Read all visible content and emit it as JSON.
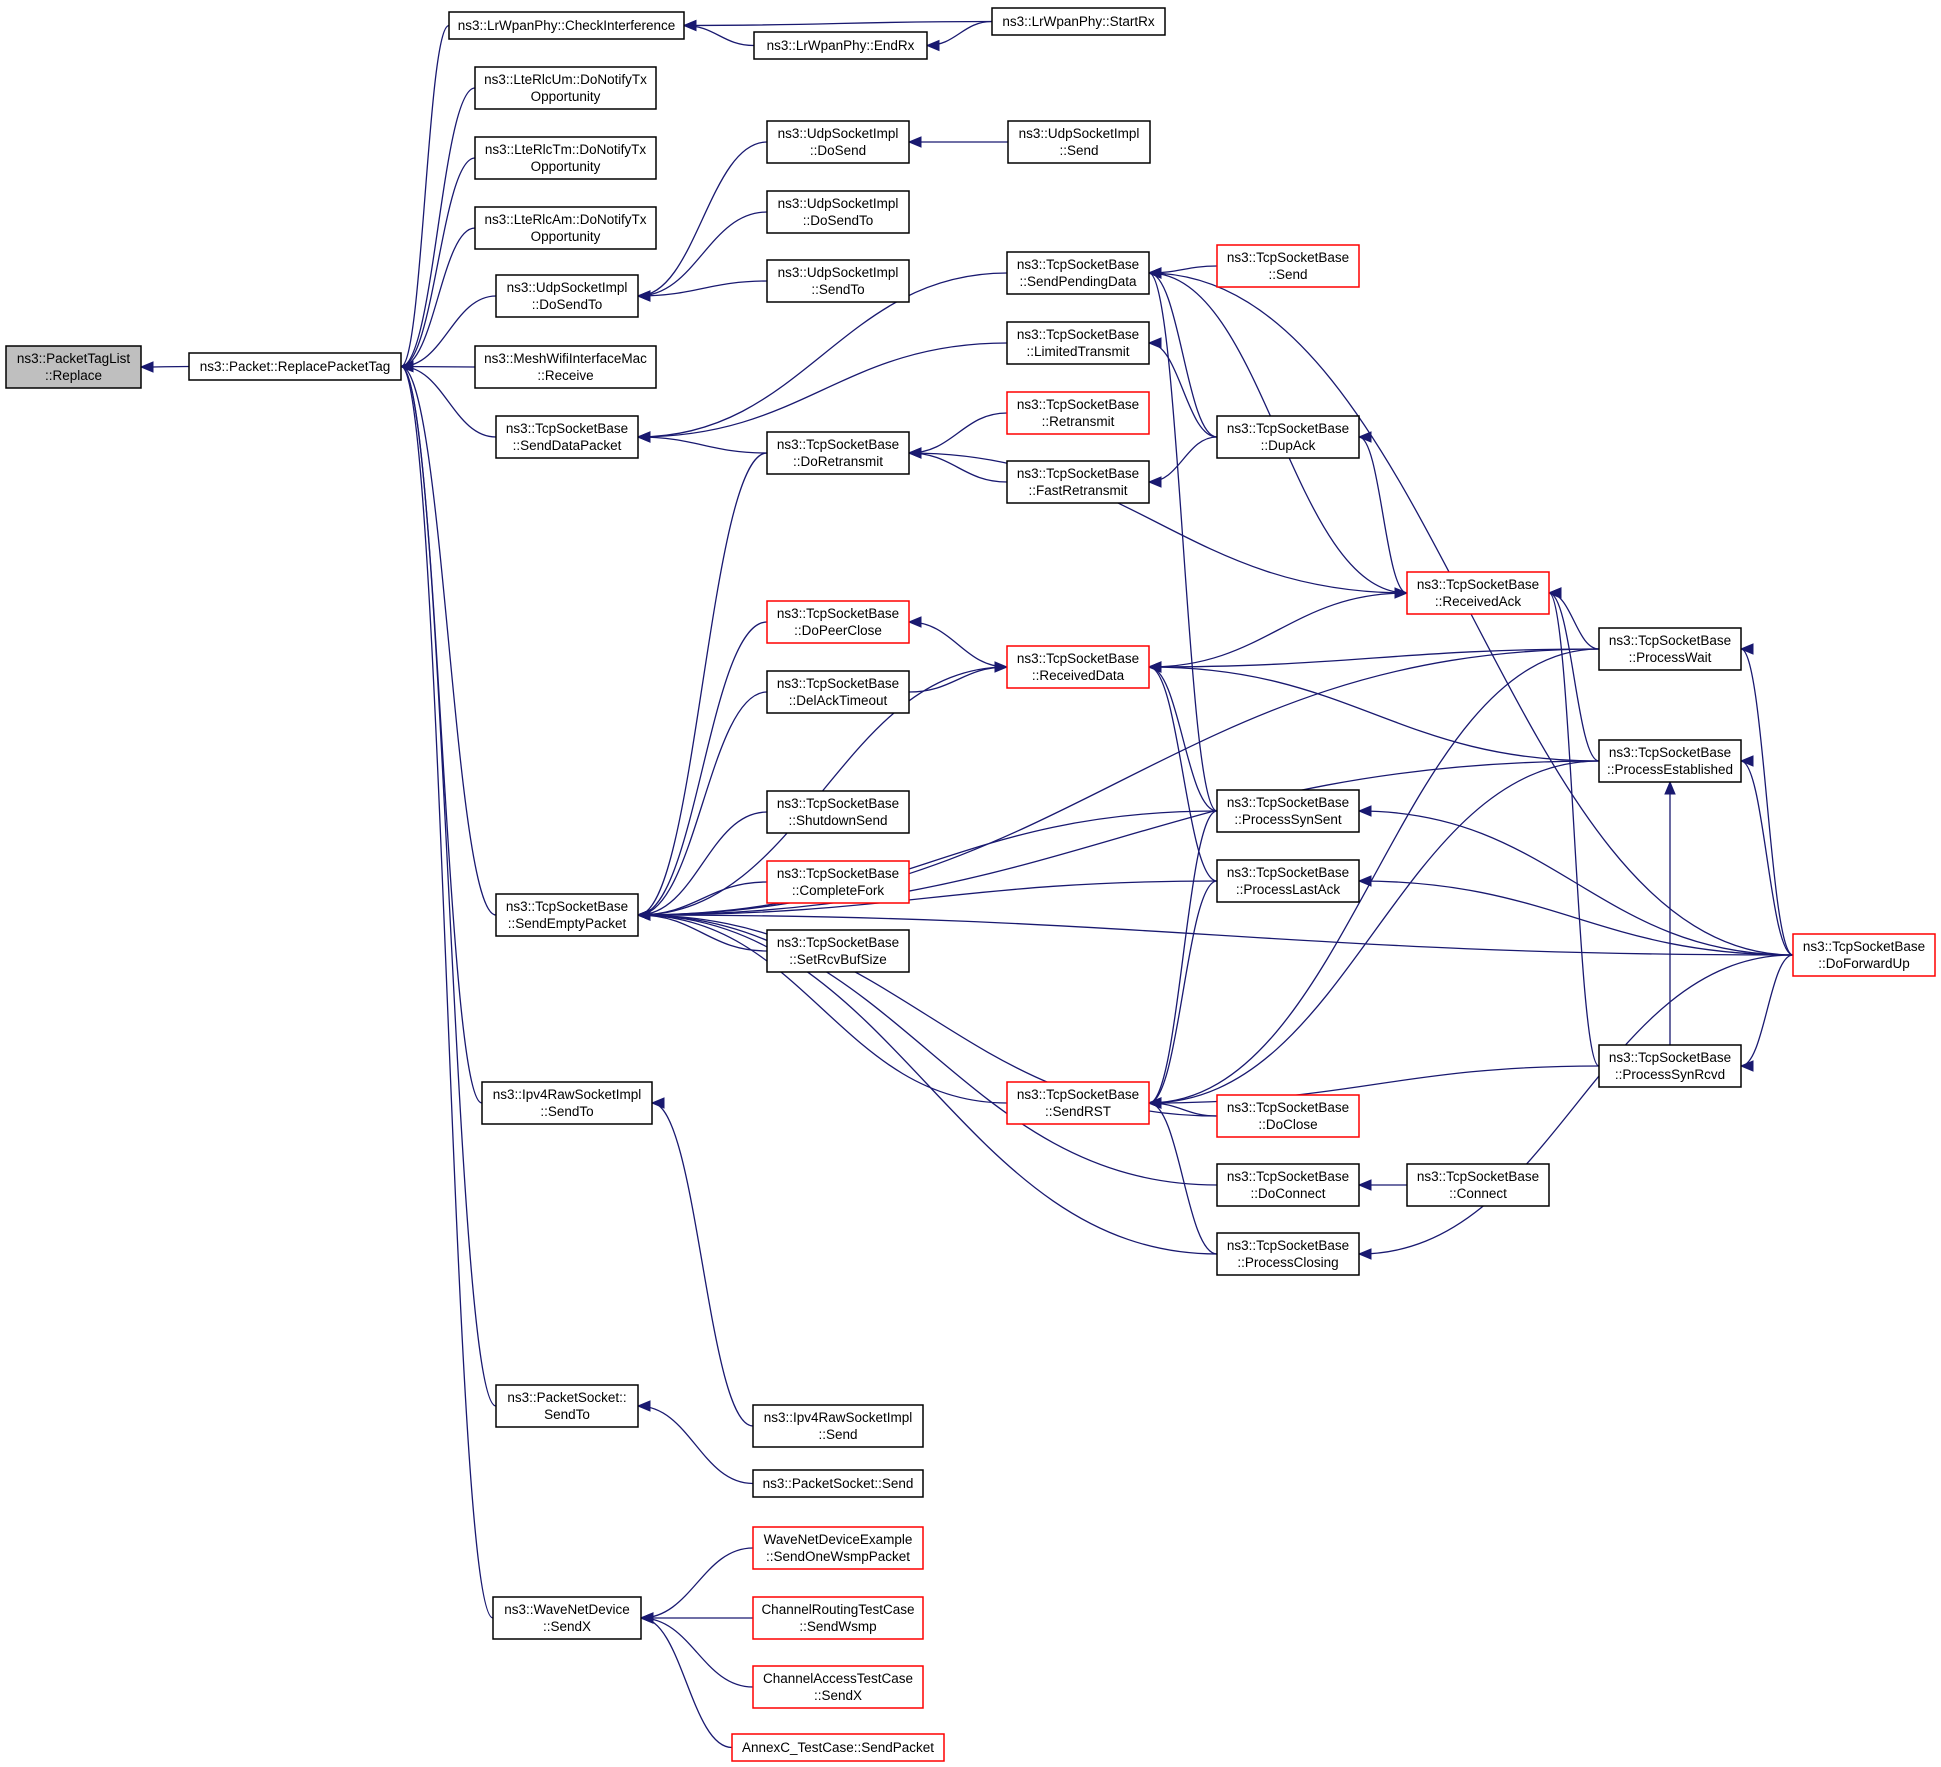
{
  "colors": {
    "edge": "#191970",
    "border_normal": "#000000",
    "border_truncated": "#ff0000",
    "fill_root": "#bfbfbf",
    "fill_normal": "#ffffff"
  },
  "nodes": [
    {
      "id": "replace",
      "lines": [
        "ns3::PacketTagList",
        "::Replace"
      ],
      "style": "root"
    },
    {
      "id": "rpt",
      "lines": [
        "ns3::Packet::ReplacePacketTag"
      ],
      "style": "normal"
    },
    {
      "id": "checkint",
      "lines": [
        "ns3::LrWpanPhy::CheckInterference"
      ],
      "style": "normal"
    },
    {
      "id": "startrx",
      "lines": [
        "ns3::LrWpanPhy::StartRx"
      ],
      "style": "normal"
    },
    {
      "id": "endrx",
      "lines": [
        "ns3::LrWpanPhy::EndRx"
      ],
      "style": "normal"
    },
    {
      "id": "lteum",
      "lines": [
        "ns3::LteRlcUm::DoNotifyTx",
        "Opportunity"
      ],
      "style": "normal"
    },
    {
      "id": "ltetm",
      "lines": [
        "ns3::LteRlcTm::DoNotifyTx",
        "Opportunity"
      ],
      "style": "normal"
    },
    {
      "id": "lteam",
      "lines": [
        "ns3::LteRlcAm::DoNotifyTx",
        "Opportunity"
      ],
      "style": "normal"
    },
    {
      "id": "udpdosendto",
      "lines": [
        "ns3::UdpSocketImpl",
        "::DoSendTo"
      ],
      "style": "normal"
    },
    {
      "id": "udpdosend",
      "lines": [
        "ns3::UdpSocketImpl",
        "::DoSend"
      ],
      "style": "normal"
    },
    {
      "id": "udpsend",
      "lines": [
        "ns3::UdpSocketImpl",
        "::Send"
      ],
      "style": "normal"
    },
    {
      "id": "udpdosendto2",
      "lines": [
        "ns3::UdpSocketImpl",
        "::DoSendTo"
      ],
      "style": "normal"
    },
    {
      "id": "udpsendto",
      "lines": [
        "ns3::UdpSocketImpl",
        "::SendTo"
      ],
      "style": "normal"
    },
    {
      "id": "meshrecv",
      "lines": [
        "ns3::MeshWifiInterfaceMac",
        "::Receive"
      ],
      "style": "normal"
    },
    {
      "id": "senddata",
      "lines": [
        "ns3::TcpSocketBase",
        "::SendDataPacket"
      ],
      "style": "normal"
    },
    {
      "id": "sendpending",
      "lines": [
        "ns3::TcpSocketBase",
        "::SendPendingData"
      ],
      "style": "normal"
    },
    {
      "id": "tcpsend",
      "lines": [
        "ns3::TcpSocketBase",
        "::Send"
      ],
      "style": "truncated"
    },
    {
      "id": "limited",
      "lines": [
        "ns3::TcpSocketBase",
        "::LimitedTransmit"
      ],
      "style": "normal"
    },
    {
      "id": "retransmit",
      "lines": [
        "ns3::TcpSocketBase",
        "::Retransmit"
      ],
      "style": "truncated"
    },
    {
      "id": "doretransmit",
      "lines": [
        "ns3::TcpSocketBase",
        "::DoRetransmit"
      ],
      "style": "normal"
    },
    {
      "id": "dupack",
      "lines": [
        "ns3::TcpSocketBase",
        "::DupAck"
      ],
      "style": "normal"
    },
    {
      "id": "fastretransmit",
      "lines": [
        "ns3::TcpSocketBase",
        "::FastRetransmit"
      ],
      "style": "normal"
    },
    {
      "id": "receivedack",
      "lines": [
        "ns3::TcpSocketBase",
        "::ReceivedAck"
      ],
      "style": "truncated"
    },
    {
      "id": "dopeerclose",
      "lines": [
        "ns3::TcpSocketBase",
        "::DoPeerClose"
      ],
      "style": "truncated"
    },
    {
      "id": "receiveddata",
      "lines": [
        "ns3::TcpSocketBase",
        "::ReceivedData"
      ],
      "style": "truncated"
    },
    {
      "id": "processwait",
      "lines": [
        "ns3::TcpSocketBase",
        "::ProcessWait"
      ],
      "style": "normal"
    },
    {
      "id": "delack",
      "lines": [
        "ns3::TcpSocketBase",
        "::DelAckTimeout"
      ],
      "style": "normal"
    },
    {
      "id": "established",
      "lines": [
        "ns3::TcpSocketBase",
        "::ProcessEstablished"
      ],
      "style": "normal"
    },
    {
      "id": "shutdown",
      "lines": [
        "ns3::TcpSocketBase",
        "::ShutdownSend"
      ],
      "style": "normal"
    },
    {
      "id": "synsent",
      "lines": [
        "ns3::TcpSocketBase",
        "::ProcessSynSent"
      ],
      "style": "normal"
    },
    {
      "id": "completefork",
      "lines": [
        "ns3::TcpSocketBase",
        "::CompleteFork"
      ],
      "style": "truncated"
    },
    {
      "id": "sendempty",
      "lines": [
        "ns3::TcpSocketBase",
        "::SendEmptyPacket"
      ],
      "style": "normal"
    },
    {
      "id": "lastack",
      "lines": [
        "ns3::TcpSocketBase",
        "::ProcessLastAck"
      ],
      "style": "normal"
    },
    {
      "id": "setrcvbuf",
      "lines": [
        "ns3::TcpSocketBase",
        "::SetRcvBufSize"
      ],
      "style": "normal"
    },
    {
      "id": "doforwardup",
      "lines": [
        "ns3::TcpSocketBase",
        "::DoForwardUp"
      ],
      "style": "truncated"
    },
    {
      "id": "ipv4sendto",
      "lines": [
        "ns3::Ipv4RawSocketImpl",
        "::SendTo"
      ],
      "style": "normal"
    },
    {
      "id": "sendrst",
      "lines": [
        "ns3::TcpSocketBase",
        "::SendRST"
      ],
      "style": "truncated"
    },
    {
      "id": "synrcvd",
      "lines": [
        "ns3::TcpSocketBase",
        "::ProcessSynRcvd"
      ],
      "style": "normal"
    },
    {
      "id": "doclose",
      "lines": [
        "ns3::TcpSocketBase",
        "::DoClose"
      ],
      "style": "truncated"
    },
    {
      "id": "doconnect",
      "lines": [
        "ns3::TcpSocketBase",
        "::DoConnect"
      ],
      "style": "normal"
    },
    {
      "id": "connect",
      "lines": [
        "ns3::TcpSocketBase",
        "::Connect"
      ],
      "style": "normal"
    },
    {
      "id": "closing",
      "lines": [
        "ns3::TcpSocketBase",
        "::ProcessClosing"
      ],
      "style": "normal"
    },
    {
      "id": "pktsendto",
      "lines": [
        "ns3::PacketSocket::",
        "SendTo"
      ],
      "style": "normal"
    },
    {
      "id": "ipv4send",
      "lines": [
        "ns3::Ipv4RawSocketImpl",
        "::Send"
      ],
      "style": "normal"
    },
    {
      "id": "pktsend",
      "lines": [
        "ns3::PacketSocket::Send"
      ],
      "style": "normal"
    },
    {
      "id": "sendx",
      "lines": [
        "ns3::WaveNetDevice",
        "::SendX"
      ],
      "style": "normal"
    },
    {
      "id": "wsmp",
      "lines": [
        "WaveNetDeviceExample",
        "::SendOneWsmpPacket"
      ],
      "style": "truncated"
    },
    {
      "id": "sendwsmp",
      "lines": [
        "ChannelRoutingTestCase",
        "::SendWsmp"
      ],
      "style": "truncated"
    },
    {
      "id": "cachsendx",
      "lines": [
        "ChannelAccessTestCase",
        "::SendX"
      ],
      "style": "truncated"
    },
    {
      "id": "annexc",
      "lines": [
        "AnnexC_TestCase::SendPacket"
      ],
      "style": "truncated"
    }
  ],
  "edges": [
    {
      "from": "rpt",
      "to": "replace"
    },
    {
      "from": "checkint",
      "to": "rpt"
    },
    {
      "from": "lteum",
      "to": "rpt"
    },
    {
      "from": "ltetm",
      "to": "rpt"
    },
    {
      "from": "lteam",
      "to": "rpt"
    },
    {
      "from": "udpdosendto",
      "to": "rpt"
    },
    {
      "from": "meshrecv",
      "to": "rpt"
    },
    {
      "from": "senddata",
      "to": "rpt"
    },
    {
      "from": "sendempty",
      "to": "rpt"
    },
    {
      "from": "ipv4sendto",
      "to": "rpt"
    },
    {
      "from": "pktsendto",
      "to": "rpt"
    },
    {
      "from": "sendx",
      "to": "rpt"
    },
    {
      "from": "startrx",
      "to": "checkint"
    },
    {
      "from": "endrx",
      "to": "checkint"
    },
    {
      "from": "startrx",
      "to": "endrx"
    },
    {
      "from": "udpdosend",
      "to": "udpdosendto"
    },
    {
      "from": "udpdosendto2",
      "to": "udpdosendto"
    },
    {
      "from": "udpsendto",
      "to": "udpdosendto"
    },
    {
      "from": "udpsend",
      "to": "udpdosend"
    },
    {
      "from": "sendpending",
      "to": "senddata"
    },
    {
      "from": "limited",
      "to": "senddata"
    },
    {
      "from": "doretransmit",
      "to": "senddata"
    },
    {
      "from": "tcpsend",
      "to": "sendpending"
    },
    {
      "from": "dupack",
      "to": "sendpending"
    },
    {
      "from": "receivedack",
      "to": "sendpending"
    },
    {
      "from": "synsent",
      "to": "sendpending"
    },
    {
      "from": "doforwardup",
      "to": "sendpending"
    },
    {
      "from": "dupack",
      "to": "limited"
    },
    {
      "from": "retransmit",
      "to": "doretransmit"
    },
    {
      "from": "fastretransmit",
      "to": "doretransmit"
    },
    {
      "from": "receivedack",
      "to": "doretransmit"
    },
    {
      "from": "dupack",
      "to": "fastretransmit"
    },
    {
      "from": "receivedack",
      "to": "dupack"
    },
    {
      "from": "receiveddata",
      "to": "receivedack"
    },
    {
      "from": "processwait",
      "to": "receivedack"
    },
    {
      "from": "established",
      "to": "receivedack"
    },
    {
      "from": "synrcvd",
      "to": "receivedack"
    },
    {
      "from": "receiveddata",
      "to": "dopeerclose"
    },
    {
      "from": "delack",
      "to": "receiveddata"
    },
    {
      "from": "processwait",
      "to": "receiveddata"
    },
    {
      "from": "established",
      "to": "receiveddata"
    },
    {
      "from": "synsent",
      "to": "receiveddata"
    },
    {
      "from": "lastack",
      "to": "receiveddata"
    },
    {
      "from": "doforwardup",
      "to": "processwait"
    },
    {
      "from": "doforwardup",
      "to": "established"
    },
    {
      "from": "synrcvd",
      "to": "established"
    },
    {
      "from": "doforwardup",
      "to": "synsent"
    },
    {
      "from": "doforwardup",
      "to": "lastack"
    },
    {
      "from": "doforwardup",
      "to": "synrcvd"
    },
    {
      "from": "doforwardup",
      "to": "closing"
    },
    {
      "from": "doretransmit",
      "to": "sendempty"
    },
    {
      "from": "dopeerclose",
      "to": "sendempty"
    },
    {
      "from": "delack",
      "to": "sendempty"
    },
    {
      "from": "shutdown",
      "to": "sendempty"
    },
    {
      "from": "completefork",
      "to": "sendempty"
    },
    {
      "from": "setrcvbuf",
      "to": "sendempty"
    },
    {
      "from": "receiveddata",
      "to": "sendempty"
    },
    {
      "from": "processwait",
      "to": "sendempty"
    },
    {
      "from": "established",
      "to": "sendempty"
    },
    {
      "from": "synsent",
      "to": "sendempty"
    },
    {
      "from": "lastack",
      "to": "sendempty"
    },
    {
      "from": "sendrst",
      "to": "sendempty"
    },
    {
      "from": "doclose",
      "to": "sendempty"
    },
    {
      "from": "doconnect",
      "to": "sendempty"
    },
    {
      "from": "closing",
      "to": "sendempty"
    },
    {
      "from": "doforwardup",
      "to": "sendempty"
    },
    {
      "from": "synsent",
      "to": "sendrst"
    },
    {
      "from": "lastack",
      "to": "sendrst"
    },
    {
      "from": "processwait",
      "to": "sendrst"
    },
    {
      "from": "established",
      "to": "sendrst"
    },
    {
      "from": "synrcvd",
      "to": "sendrst"
    },
    {
      "from": "doclose",
      "to": "sendrst"
    },
    {
      "from": "closing",
      "to": "sendrst"
    },
    {
      "from": "connect",
      "to": "doconnect"
    },
    {
      "from": "ipv4send",
      "to": "ipv4sendto"
    },
    {
      "from": "pktsend",
      "to": "pktsendto"
    },
    {
      "from": "wsmp",
      "to": "sendx"
    },
    {
      "from": "sendwsmp",
      "to": "sendx"
    },
    {
      "from": "cachsendx",
      "to": "sendx"
    },
    {
      "from": "annexc",
      "to": "sendx"
    }
  ]
}
